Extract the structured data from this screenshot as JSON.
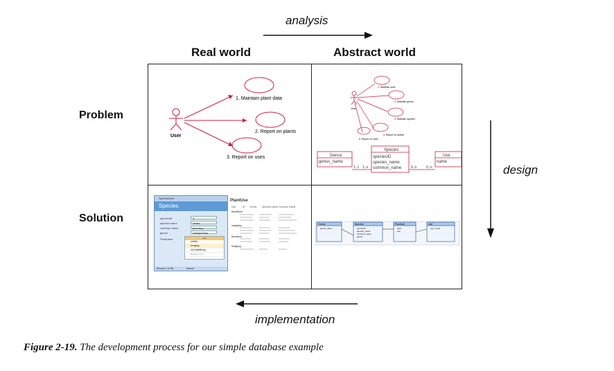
{
  "axes": {
    "top": "analysis",
    "right": "design",
    "bottom": "implementation"
  },
  "columns": [
    "Real world",
    "Abstract world"
  ],
  "rows": [
    "Problem",
    "Solution"
  ],
  "use_case_real": {
    "actor": "User",
    "cases": [
      "1. Maintain plant data",
      "2. Report on plants",
      "3. Report on uses"
    ]
  },
  "use_case_abstract": {
    "actor": "User",
    "cases": [
      "1. Maintain uses",
      "2. Maintain genus",
      "3. Maintain species",
      "4. Report on plants",
      "5. Report on uses"
    ]
  },
  "class_diagram": {
    "classes": [
      {
        "name": "Genus",
        "attrs": [
          "genus_name"
        ]
      },
      {
        "name": "Species",
        "attrs": [
          "speciesID",
          "species_name",
          "common_name"
        ]
      },
      {
        "name": "Use",
        "attrs": [
          "name"
        ]
      }
    ],
    "multiplicities": [
      "1..1",
      "1..n",
      "0..n",
      "0..n"
    ]
  },
  "form": {
    "window_title": "Species/Use",
    "header": "Species",
    "fields": [
      {
        "label": "speciesID",
        "value": "4"
      },
      {
        "label": "species name",
        "value": "viridis"
      },
      {
        "label": "common name",
        "value": "pinedrop"
      },
      {
        "label": "genus",
        "value": "Dactylorhiza"
      }
    ],
    "subform_label": "PlantUses",
    "subform_header": "use",
    "subform_rows": [
      "shelter",
      "hedging",
      "soil stabilizing"
    ],
    "record_nav": "Record: 4 of 98",
    "search_label": "Search",
    "nav_small": "Record: 1 of 2"
  },
  "report": {
    "title": "PlantUse",
    "columns": [
      "Use",
      "ID",
      "Genus",
      "Species Name",
      "Common Name"
    ],
    "groups": [
      "food/feed",
      "soap/dye",
      "firewood",
      "hedging"
    ]
  },
  "db_tables": [
    {
      "name": "Genus",
      "fields": [
        "genus_name"
      ]
    },
    {
      "name": "Species",
      "fields": [
        "speciesId",
        "species_name",
        "common_name",
        "genus"
      ]
    },
    {
      "name": "PlantUse",
      "fields": [
        "plant",
        "use"
      ]
    },
    {
      "name": "Use",
      "fields": [
        "use_name"
      ]
    }
  ],
  "caption": {
    "figure": "Figure 2-19.",
    "text": "The development process for our simple database example"
  },
  "colors": {
    "uml": "#cc1f3d",
    "line": "#222222",
    "db_table_head": "#a9c7ea"
  }
}
